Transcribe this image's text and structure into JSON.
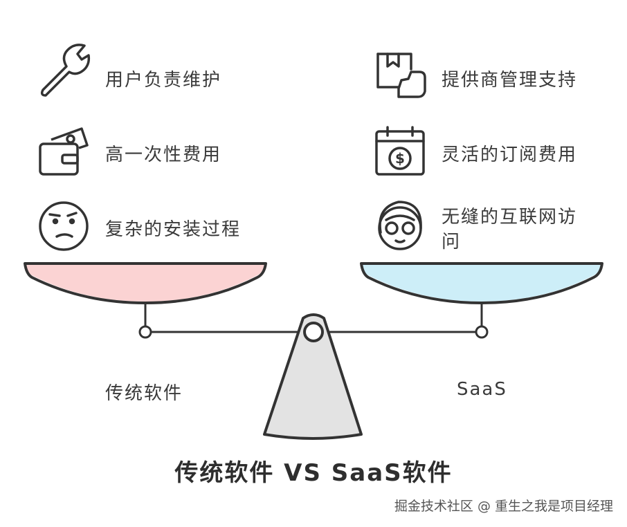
{
  "left": {
    "label": "传统软件",
    "items": [
      {
        "icon": "wrench-icon",
        "text": "用户负责维护"
      },
      {
        "icon": "wallet-icon",
        "text": "高一次性费用"
      },
      {
        "icon": "confused-face-icon",
        "text": "复杂的安装过程"
      }
    ],
    "pan_color": "#fbd3d3"
  },
  "right": {
    "label": "SaaS",
    "items": [
      {
        "icon": "box-hand-icon",
        "text": "提供商管理支持"
      },
      {
        "icon": "calendar-dollar-icon",
        "text": "灵活的订阅费用"
      },
      {
        "icon": "happy-face-icon",
        "text": "无缝的互联网访问"
      }
    ],
    "pan_color": "#cdeef8"
  },
  "title": "传统软件 VS SaaS软件",
  "watermark": "掘金技术社区 @ 重生之我是项目经理"
}
